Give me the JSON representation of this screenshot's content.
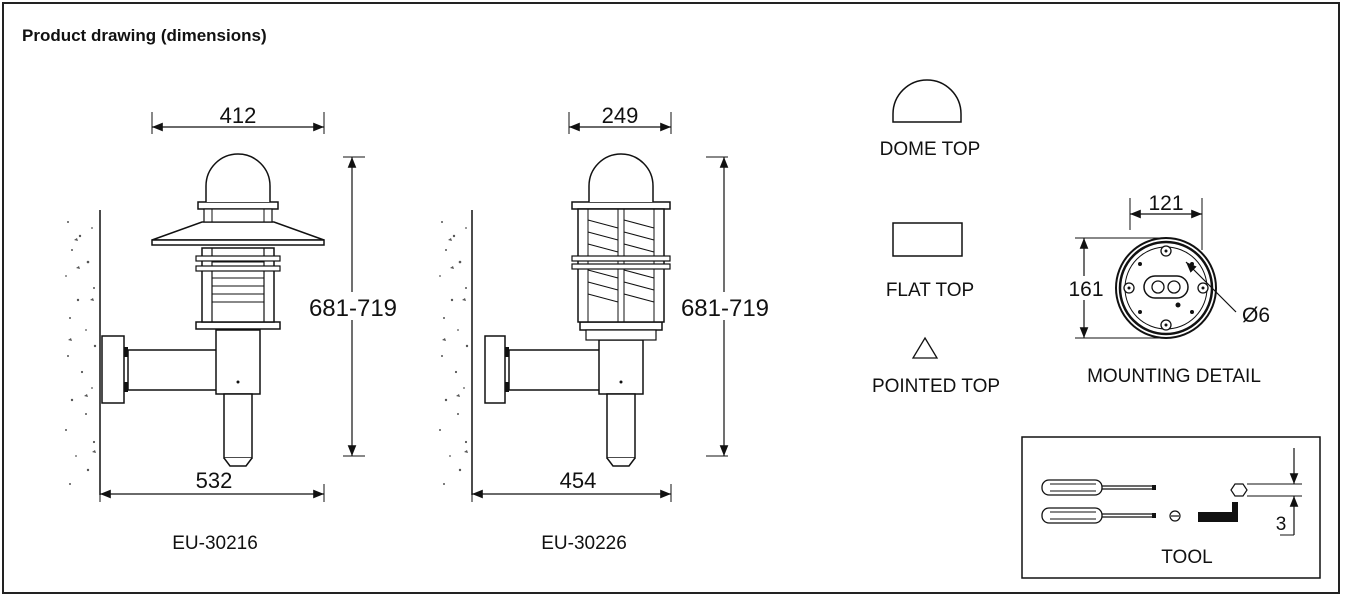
{
  "title": "Product drawing (dimensions)",
  "lamp1": {
    "width_top": "412",
    "height": "681-719",
    "projection": "532",
    "model": "EU-30216"
  },
  "lamp2": {
    "width_top": "249",
    "height": "681-719",
    "projection": "454",
    "model": "EU-30226"
  },
  "tops": {
    "dome": "DOME TOP",
    "flat": "FLAT TOP",
    "pointed": "POINTED TOP"
  },
  "mounting": {
    "width": "121",
    "height": "161",
    "hole": "Ø6",
    "label": "MOUNTING DETAIL"
  },
  "tool": {
    "dimension": "3",
    "label": "TOOL"
  }
}
